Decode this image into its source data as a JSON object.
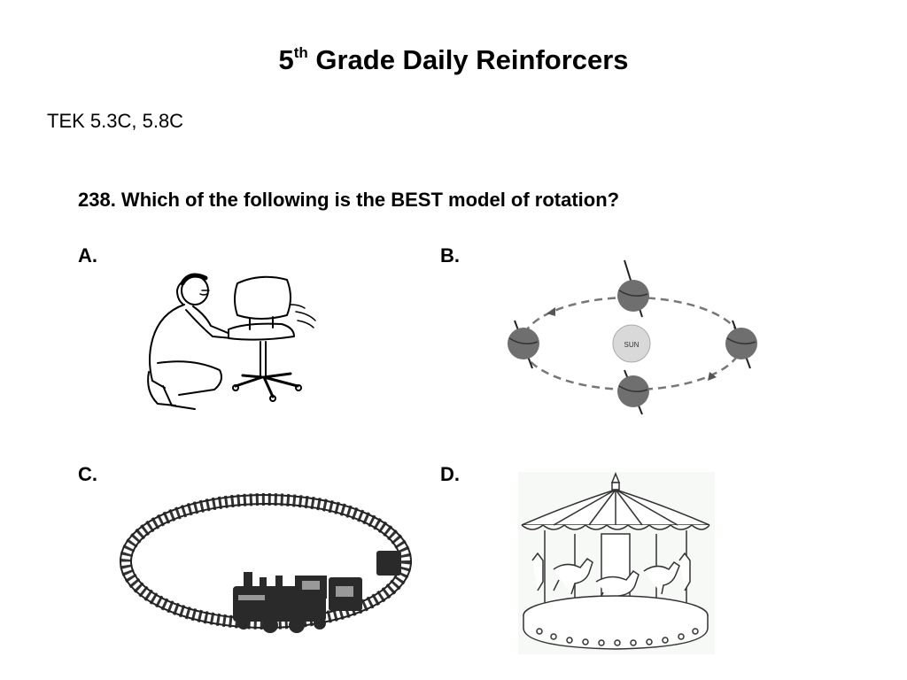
{
  "header": {
    "title_number": "5",
    "title_superscript": "th",
    "title_rest": " Grade Daily Reinforcers"
  },
  "tek": "TEK 5.3C, 5.8C",
  "question": {
    "text": "238. Which of the following is the BEST model of rotation?"
  },
  "options": [
    {
      "letter": "A.",
      "picture": "person spinning a chair"
    },
    {
      "letter": "B.",
      "picture": "planet orbiting the sun",
      "sun_label": "SUN"
    },
    {
      "letter": "C.",
      "picture": "toy train on circular track"
    },
    {
      "letter": "D.",
      "picture": "carousel"
    }
  ]
}
